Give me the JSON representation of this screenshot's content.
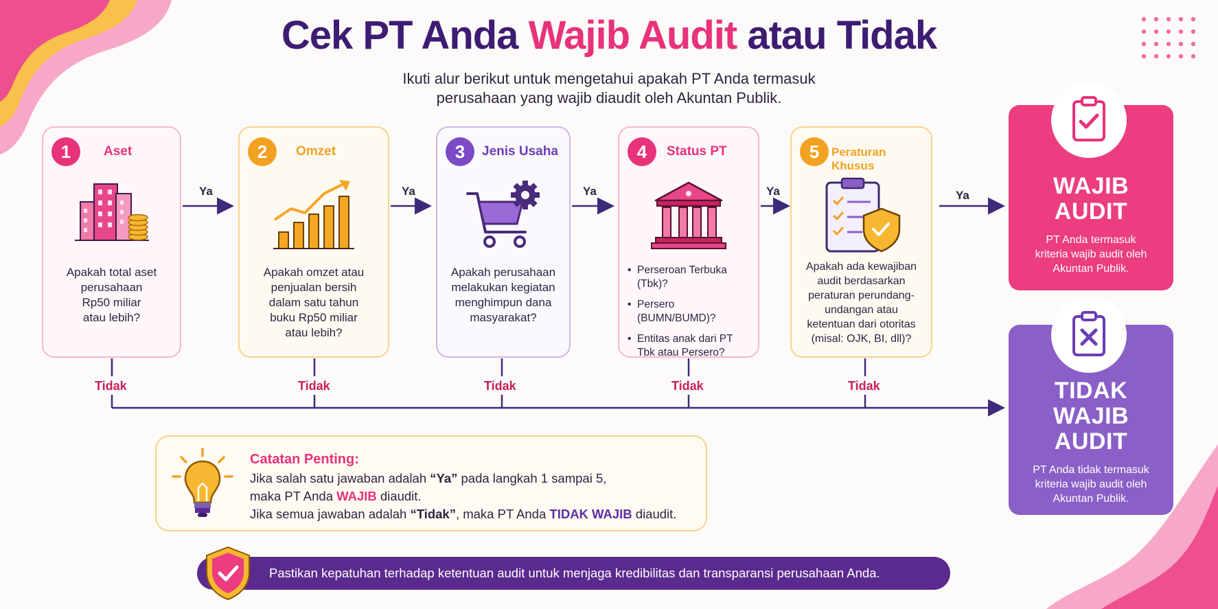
{
  "title": {
    "part1": "Cek PT Anda ",
    "highlight": "Wajib Audit",
    "part2": " atau Tidak"
  },
  "subtitle": {
    "line1": "Ikuti alur berikut untuk mengetahui apakah PT Anda termasuk",
    "line2": "perusahaan yang wajib diaudit oleh Akuntan Publik."
  },
  "steps": [
    {
      "number": "1",
      "title": "Aset",
      "icon": "buildings-coins-icon",
      "question": [
        "Apakah total aset",
        "perusahaan",
        "Rp50 miliar",
        "atau lebih?"
      ]
    },
    {
      "number": "2",
      "title": "Omzet",
      "icon": "growth-chart-icon",
      "question": [
        "Apakah omzet atau",
        "penjualan bersih",
        "dalam satu tahun",
        "buku Rp50 miliar",
        "atau lebih?"
      ]
    },
    {
      "number": "3",
      "title": "Jenis Usaha",
      "icon": "cart-gear-icon",
      "question": [
        "Apakah perusahaan",
        "melakukan kegiatan",
        "menghimpun dana",
        "masyarakat?"
      ]
    },
    {
      "number": "4",
      "title": "Status PT",
      "icon": "institution-building-icon",
      "bullets": [
        "Perseroan Terbuka (Tbk)?",
        "Persero (BUMN/BUMD)?",
        "Entitas anak dari PT Tbk atau Persero?"
      ]
    },
    {
      "number": "5",
      "title": "Peraturan Khusus",
      "icon": "clipboard-shield-icon",
      "question": [
        "Apakah ada kewajiban",
        "audit berdasarkan",
        "peraturan perundang-",
        "undangan atau",
        "ketentuan dari otoritas",
        "(misal: OJK, BI, dll)?"
      ]
    }
  ],
  "flow": {
    "yes_label": "Ya",
    "no_label": "Tidak"
  },
  "results": {
    "yes": {
      "title_line1": "WAJIB",
      "title_line2": "AUDIT",
      "desc": [
        "PT Anda termasuk",
        "kriteria wajib audit oleh",
        "Akuntan Publik."
      ]
    },
    "no": {
      "title_line1": "TIDAK",
      "title_line2": "WAJIB",
      "title_line3": "AUDIT",
      "desc": [
        "PT Anda tidak termasuk",
        "kriteria wajib audit oleh",
        "Akuntan Publik."
      ]
    }
  },
  "note": {
    "title": "Catatan Penting:",
    "line1_a": "Jika salah satu jawaban adalah ",
    "line1_b": "“Ya”",
    "line1_c": " pada langkah 1 sampai 5,",
    "line2_a": "maka PT Anda ",
    "line2_b": "WAJIB",
    "line2_c": " diaudit.",
    "line3_a": "Jika semua jawaban adalah ",
    "line3_b": "“Tidak”",
    "line3_c": ", maka PT Anda ",
    "line3_d": "TIDAK WAJIB",
    "line3_e": " diaudit."
  },
  "banner": {
    "text": "Pastikan kepatuhan terhadap ketentuan audit untuk menjaga kredibilitas dan transparansi perusahaan Anda."
  },
  "colors": {
    "pink": "#e8327a",
    "purple": "#5b2a8e",
    "orange": "#f2a122",
    "violet": "#8a5fc7"
  }
}
